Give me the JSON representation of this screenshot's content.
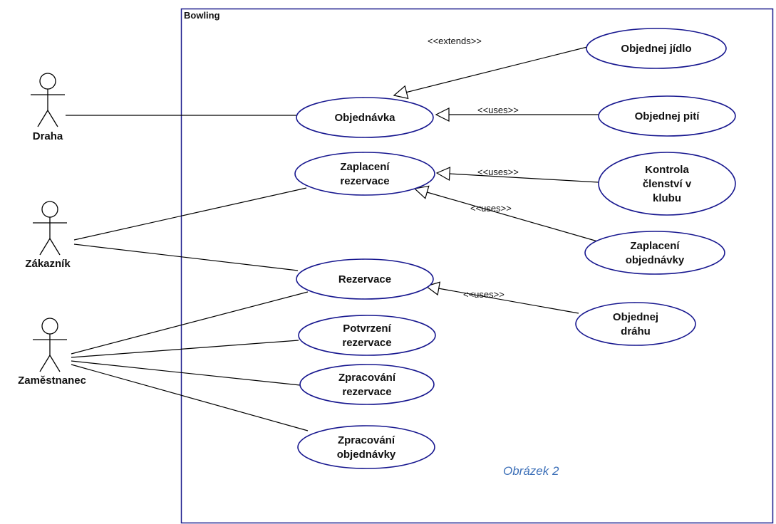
{
  "system_title": "Bowling",
  "actors": [
    {
      "id": "draha",
      "label": "Draha"
    },
    {
      "id": "zakaznik",
      "label": "Zákazník"
    },
    {
      "id": "zamestnanec",
      "label": "Zaměstnanec"
    }
  ],
  "use_cases": [
    {
      "id": "objednavka",
      "lines": [
        "Objednávka"
      ]
    },
    {
      "id": "objednej-jidlo",
      "lines": [
        "Objednej jídlo"
      ]
    },
    {
      "id": "objednej-piti",
      "lines": [
        "Objednej pití"
      ]
    },
    {
      "id": "zaplaceni-rezervace",
      "lines": [
        "Zaplacení",
        "rezervace"
      ]
    },
    {
      "id": "kontrola-clenstvi",
      "lines": [
        "Kontrola",
        "členství v",
        "klubu"
      ]
    },
    {
      "id": "zaplaceni-objednavky",
      "lines": [
        "Zaplacení",
        "objednávky"
      ]
    },
    {
      "id": "rezervace",
      "lines": [
        "Rezervace"
      ]
    },
    {
      "id": "objednej-drahu",
      "lines": [
        "Objednej",
        "dráhu"
      ]
    },
    {
      "id": "potvrzeni-rezervace",
      "lines": [
        "Potvrzení",
        "rezervace"
      ]
    },
    {
      "id": "zpracovani-rezervace",
      "lines": [
        "Zpracování",
        "rezervace"
      ]
    },
    {
      "id": "zpracovani-objednavky",
      "lines": [
        "Zpracování",
        "objednávky"
      ]
    }
  ],
  "associations": [
    {
      "from": "draha",
      "to": "objednavka"
    },
    {
      "from": "zakaznik",
      "to": "zaplaceni-rezervace"
    },
    {
      "from": "zakaznik",
      "to": "rezervace"
    },
    {
      "from": "zamestnanec",
      "to": "rezervace"
    },
    {
      "from": "zamestnanec",
      "to": "potvrzeni-rezervace"
    },
    {
      "from": "zamestnanec",
      "to": "zpracovani-rezervace"
    },
    {
      "from": "zamestnanec",
      "to": "zpracovani-objednavky"
    }
  ],
  "relations": [
    {
      "from": "objednej-jidlo",
      "to": "objednavka",
      "stereotype": "<<extends>>"
    },
    {
      "from": "objednej-piti",
      "to": "objednavka",
      "stereotype": "<<uses>>"
    },
    {
      "from": "kontrola-clenstvi",
      "to": "zaplaceni-rezervace",
      "stereotype": "<<uses>>"
    },
    {
      "from": "zaplaceni-objednavky",
      "to": "zaplaceni-rezervace",
      "stereotype": "<<uses>>"
    },
    {
      "from": "objednej-drahu",
      "to": "rezervace",
      "stereotype": "<<uses>>"
    }
  ],
  "caption": "Obrázek 2",
  "colors": {
    "line": "#000000",
    "ellipse_stroke": "#17178f",
    "frame": "#1c1c8c",
    "caption": "#3d70b8"
  }
}
